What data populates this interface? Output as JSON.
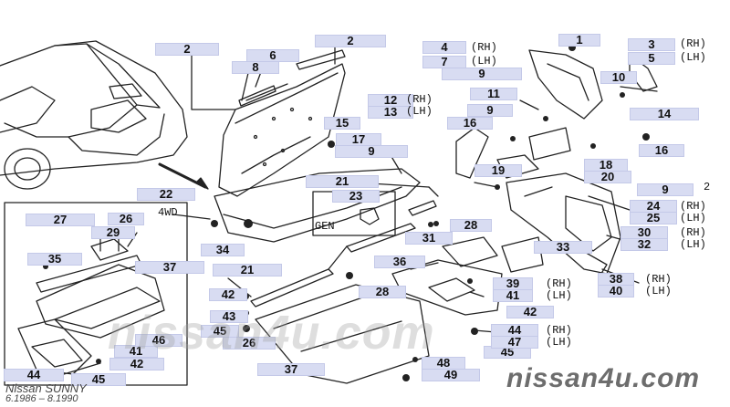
{
  "callouts": [
    "1",
    "2",
    "2",
    "3",
    "4",
    "5",
    "6",
    "7",
    "8",
    "9",
    "9",
    "9",
    "9",
    "10",
    "11",
    "12",
    "13",
    "14",
    "15",
    "16",
    "16",
    "17",
    "18",
    "19",
    "20",
    "21",
    "21",
    "22",
    "23",
    "24",
    "25",
    "26",
    "26",
    "27",
    "28",
    "28",
    "29",
    "30",
    "31",
    "32",
    "33",
    "34",
    "35",
    "36",
    "37",
    "37",
    "38",
    "39",
    "40",
    "41",
    "41",
    "42",
    "42",
    "42",
    "43",
    "44",
    "44",
    "45",
    "45",
    "45",
    "46",
    "47",
    "48",
    "49"
  ],
  "side_notes": [
    "(RH)",
    "(LH)",
    "(RH)",
    "(LH)",
    "(RH)",
    "(LH)",
    "(RH)",
    "(LH)",
    "(RH)",
    "(LH)",
    "(RH)",
    "(LH)",
    "(RH)",
    "(LH)",
    "(RH)",
    "(LH)"
  ],
  "box_labels": {
    "inset": "4WD",
    "gen": "GEN"
  },
  "edge_note": "2",
  "caption": {
    "model": "Nissan SUNNY",
    "dates": "6.1986 – 8.1990"
  },
  "watermark_mid": "nissan4u.com",
  "watermark_br": "nissan4u.com",
  "colors": {
    "label_fill": "#d8dcf2",
    "line": "#222222",
    "watermark": "#6d6d6d"
  }
}
